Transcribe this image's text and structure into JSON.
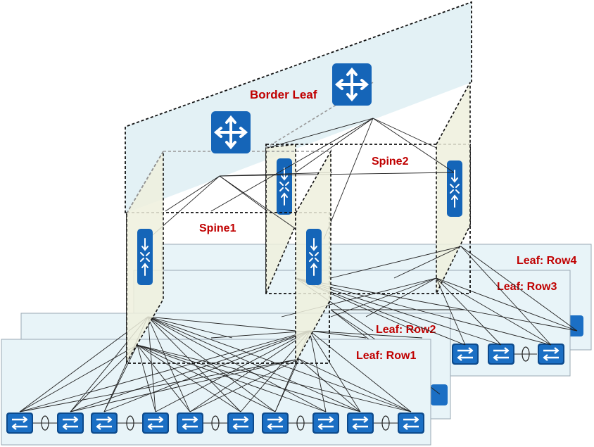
{
  "labels": {
    "border_leaf": "Border Leaf",
    "spine1": "Spine1",
    "spine2": "Spine2",
    "row1": "Leaf: Row1",
    "row2": "Leaf: Row2",
    "row3": "Leaf: Row3",
    "row4": "Leaf: Row4"
  },
  "icons": {
    "border_leaf": "router-icon",
    "spine": "core-switch-icon",
    "leaf": "switch-icon"
  },
  "colors": {
    "label_red": "#c00000",
    "device_blue": "#1565b8",
    "device_dark": "#0c4a8c",
    "panel_fill": "#e8f4f8",
    "panel_stroke": "#9aa9b3",
    "spine_panel": "#eef0dd",
    "border_plane": "#d9ecf2"
  }
}
